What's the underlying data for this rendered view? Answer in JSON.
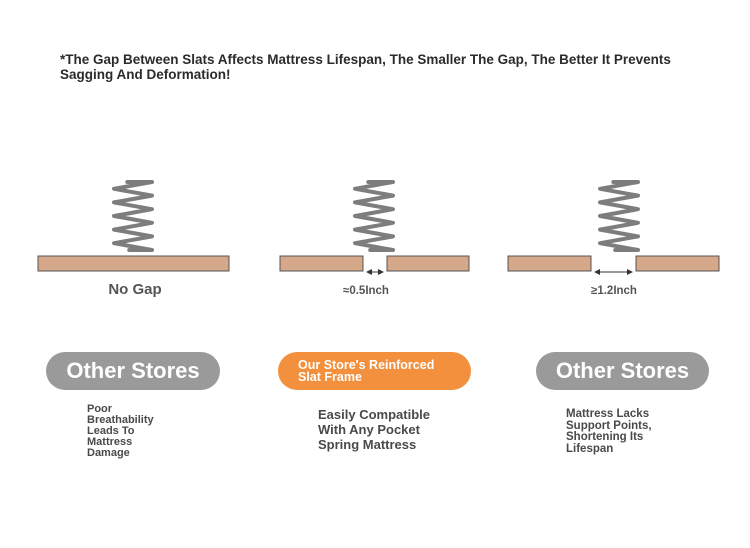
{
  "headline": {
    "line1": "*The Gap Between Slats Affects Mattress Lifespan, The Smaller The Gap, The Better It Prevents",
    "line2": "Sagging And Deformation!"
  },
  "panels": [
    {
      "gap_label": "No Gap",
      "badge": "Other Stores",
      "description": [
        "Poor",
        "Breathability",
        "Leads To",
        "Mattress",
        "Damage"
      ]
    },
    {
      "gap_label": "≈0.5Inch",
      "badge_lines": [
        "Our Store's Reinforced",
        "Slat Frame"
      ],
      "description": [
        "Easily Compatible",
        "With Any Pocket",
        "Spring Mattress"
      ]
    },
    {
      "gap_label": "≥1.2Inch",
      "badge": "Other Stores",
      "description": [
        "Mattress Lacks",
        "Support Points,",
        "Shortening Its",
        "Lifespan"
      ]
    }
  ],
  "colors": {
    "slat_fill": "#d4a889",
    "slat_stroke": "#555555",
    "spring": "#7d7d7d",
    "badge_gray": "#9a9a9a",
    "badge_orange": "#f2903e"
  }
}
